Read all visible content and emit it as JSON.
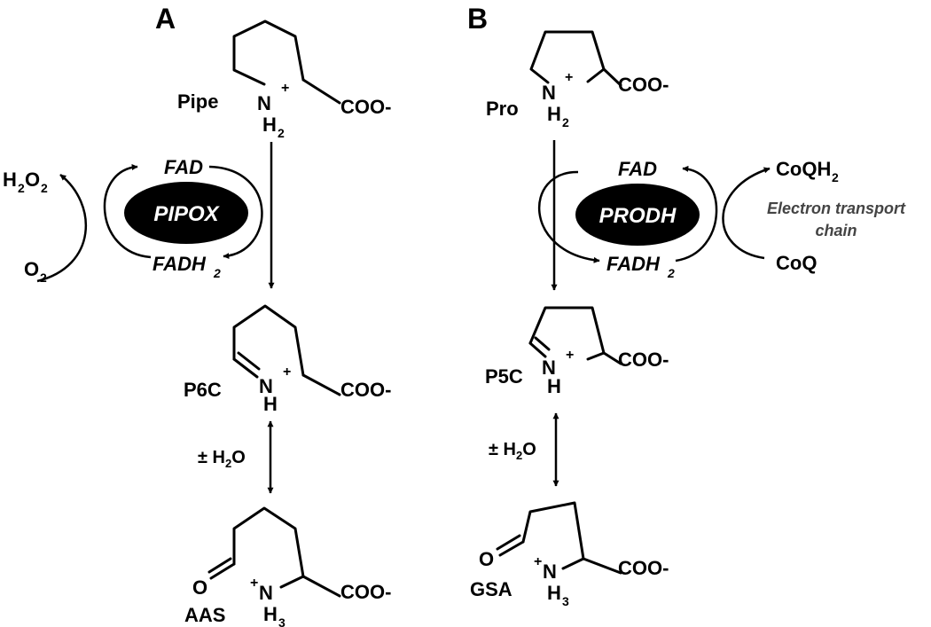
{
  "panels": {
    "a": {
      "panel_label": "A",
      "enzyme": "PIPOX",
      "cofactor_oxidized": "FAD",
      "cofactor_reduced": "FADH",
      "cofactor_reduced_sub": "2",
      "acceptor": "O",
      "acceptor_sub": "2",
      "product_left_a": "H",
      "product_left_sub1": "2",
      "product_left_b": "O",
      "product_left_sub2": "2",
      "substrate": {
        "name": "Pipe",
        "amine": "H",
        "amine_sub": "2",
        "acid": "COO-"
      },
      "intermediate": {
        "name": "P6C",
        "amine": "H",
        "acid": "COO-"
      },
      "hydration": {
        "prefix": "± H",
        "sub": "2",
        "suffix": "O"
      },
      "product": {
        "name": "AAS",
        "amine": "H",
        "amine_sub": "3",
        "acid": "COO-"
      }
    },
    "b": {
      "panel_label": "B",
      "enzyme": "PRODH",
      "cofactor_oxidized": "FAD",
      "cofactor_reduced": "FADH",
      "cofactor_reduced_sub": "2",
      "etc_line1": "Electron transport",
      "etc_line2": "chain",
      "coq_reduced": "CoQH",
      "coq_reduced_sub": "2",
      "coq_oxidized": "CoQ",
      "substrate": {
        "name": "Pro",
        "amine": "H",
        "amine_sub": "2",
        "acid": "COO-"
      },
      "intermediate": {
        "name": "P5C",
        "amine": "H",
        "acid": "COO-"
      },
      "hydration": {
        "prefix": "± H",
        "sub": "2",
        "suffix": "O"
      },
      "product": {
        "name": "GSA",
        "amine": "H",
        "amine_sub": "3",
        "acid": "COO-"
      }
    }
  },
  "atoms": {
    "N": "N",
    "plus": "+",
    "O": "O"
  },
  "colors": {
    "ink": "#000000",
    "enzyme_fill": "#000000",
    "enzyme_text": "#ffffff",
    "etc_text": "#444444"
  }
}
